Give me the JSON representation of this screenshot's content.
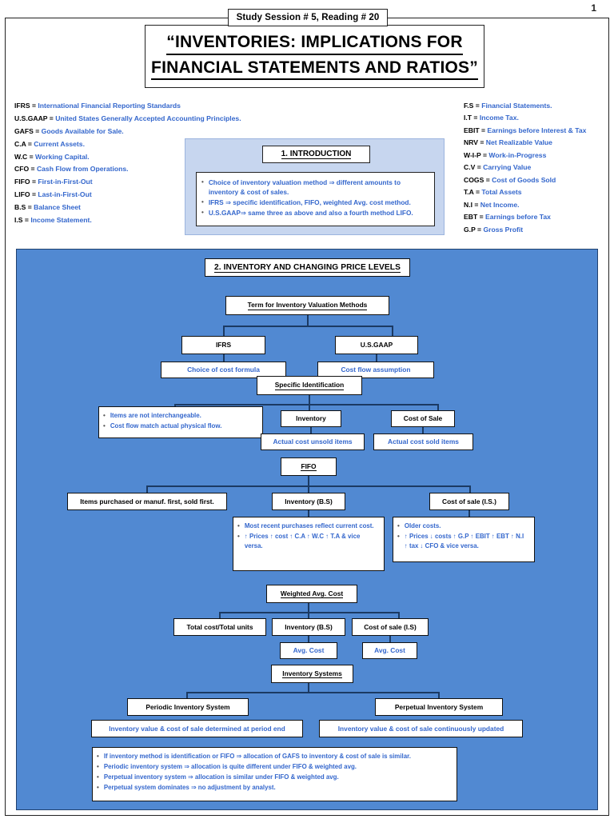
{
  "page": {
    "number": "1"
  },
  "header": {
    "session_tab": "Study Session # 5, Reading # 20",
    "title_line1": "“INVENTORIES: IMPLICATIONS FOR",
    "title_line2": "FINANCIAL STATEMENTS AND RATIOS”"
  },
  "abbreviations": {
    "left": [
      {
        "key": "IFRS =",
        "value": "International Financial Reporting Standards"
      },
      {
        "key": "U.S.GAAP =",
        "value": "United States Generally Accepted Accounting Principles."
      },
      {
        "key": "GAFS =",
        "value": "Goods Available for Sale."
      },
      {
        "key": "C.A =",
        "value": "Current Assets."
      },
      {
        "key": "W.C =",
        "value": "Working Capital."
      },
      {
        "key": "CFO =",
        "value": "Cash Flow from Operations."
      },
      {
        "key": "FIFO =",
        "value": "First-in-First-Out"
      },
      {
        "key": "LIFO =",
        "value": "Last-in-First-Out"
      },
      {
        "key": "B.S =",
        "value": "Balance Sheet"
      },
      {
        "key": "I.S =",
        "value": "Income Statement."
      }
    ],
    "right": [
      {
        "key": "F.S =",
        "value": "Financial Statements."
      },
      {
        "key": "I.T =",
        "value": "Income Tax."
      },
      {
        "key": "EBIT =",
        "value": "Earnings before Interest & Tax"
      },
      {
        "key": "NRV =",
        "value": "Net Realizable Value"
      },
      {
        "key": "W-I-P =",
        "value": "Work-in-Progress"
      },
      {
        "key": "C.V =",
        "value": "Carrying Value"
      },
      {
        "key": "COGS =",
        "value": "Cost of Goods Sold"
      },
      {
        "key": "T.A =",
        "value": "Total Assets"
      },
      {
        "key": "N.I =",
        "value": "Net Income."
      },
      {
        "key": "EBT =",
        "value": "Earnings before Tax"
      },
      {
        "key": "G.P =",
        "value": "Gross Profit"
      }
    ]
  },
  "intro": {
    "title": "1. INTRODUCTION",
    "bullets": [
      "Choice of inventory valuation method ⇒ different amounts to inventory & cost of sales.",
      "IFRS ⇒ specific identification, FIFO, weighted Avg. cost method.",
      "U.S.GAAP⇒ same three as above and also a fourth method LIFO."
    ]
  },
  "section2": {
    "title": "2. INVENTORY AND CHANGING PRICE LEVELS",
    "term_root": "Term for Inventory Valuation Methods",
    "ifrs": "IFRS",
    "usgaap": "U.S.GAAP",
    "choice_cost_formula": "Choice of cost formula",
    "cost_flow_assumption": "Cost flow assumption",
    "specific_identification": "Specific Identification",
    "spec_id_bullets": [
      "Items are not interchangeable.",
      "Cost flow match actual physical flow."
    ],
    "spec_inventory": "Inventory",
    "spec_cost_of_sale": "Cost of Sale",
    "spec_inventory_detail": "Actual cost unsold items",
    "spec_cost_detail": "Actual cost sold items",
    "fifo": "FIFO",
    "fifo_items": "Items purchased or manuf. first, sold first.",
    "fifo_inventory": "Inventory (B.S)",
    "fifo_cost_of_sale": "Cost of sale (I.S.)",
    "fifo_inventory_bullets": [
      "Most recent purchases reflect current cost.",
      "↑ Prices ↑ cost ↑ C.A ↑ W.C ↑ T.A & vice versa."
    ],
    "fifo_cost_bullets": [
      "Older costs.",
      "↑ Prices ↓ costs ↑ G.P ↑ EBIT ↑ EBT ↑ N.I ↑ tax ↓ CFO & vice versa."
    ],
    "weighted_avg_cost": "Weighted Avg. Cost",
    "wac_total": "Total cost/Total units",
    "wac_inventory": "Inventory (B.S)",
    "wac_cost_of_sale": "Cost of sale  (I.S)",
    "wac_inventory_detail": "Avg. Cost",
    "wac_cost_detail": "Avg. Cost",
    "inventory_systems": "Inventory Systems",
    "periodic": "Periodic Inventory System",
    "perpetual": "Perpetual Inventory System",
    "periodic_detail": "Inventory value & cost of sale determined at period end",
    "perpetual_detail": "Inventory value & cost of sale continuously updated",
    "summary_bullets": [
      "If inventory method is identification or FIFO ⇒ allocation of GAFS to inventory & cost of sale is similar.",
      "Periodic inventory system ⇒ allocation is quite different under FIFO & weighted avg.",
      "Perpetual inventory system ⇒ allocation is similar under FIFO & weighted avg.",
      "Perpetual system dominates ⇒ no adjustment by analyst."
    ]
  },
  "colors": {
    "panel_blue": "#5189D2",
    "intro_blue": "#C7D6EF",
    "text_blue": "#3366CC",
    "border_dark": "#111111"
  }
}
